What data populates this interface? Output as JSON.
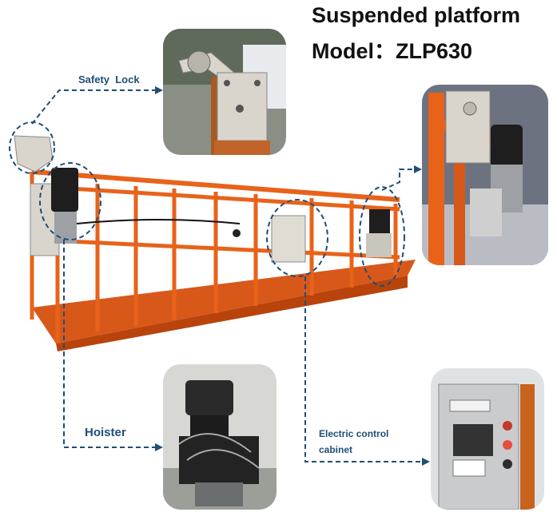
{
  "title": {
    "line1": "Suspended platform",
    "line2": "Model：ZLP630"
  },
  "labels": {
    "safety_lock": "Safety  Lock",
    "hoister": "Hoister",
    "cabinet_line1": "Electric control",
    "cabinet_line2": "cabinet"
  },
  "colors": {
    "platform": "#e8621a",
    "platform_dark": "#b8440c",
    "leader": "#1f4e79",
    "motor": "#222222",
    "bracket": "#d9d5cc"
  }
}
